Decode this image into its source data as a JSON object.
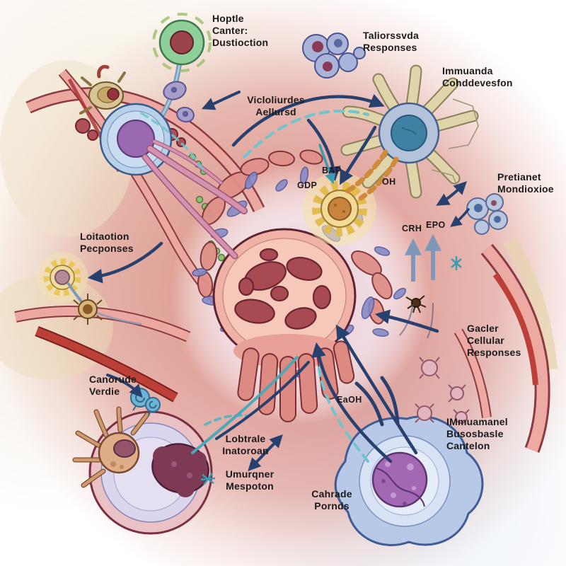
{
  "figure": {
    "type": "scientific-watercolor-illustration",
    "subject": "immune-cellular-response-diagram"
  },
  "labels": {
    "hoptle": {
      "text": "Hoptle\nCanter:\nDustioction"
    },
    "taliorssvda": {
      "text": "Taliorssvda\nResponses"
    },
    "immuanda": {
      "text": "Immuanda\nCohddevesfon"
    },
    "vicloliurdes": {
      "text": "Vicloliurdes\nAellursd"
    },
    "pretianet": {
      "text": "Pretianet\nMondioxioe"
    },
    "loitaotion": {
      "text": "Loitaotion\nPecponses"
    },
    "gacler": {
      "text": "Gacler\nCellular\nResponses"
    },
    "immuamanel": {
      "text": "IMmuamanel\nBusosbasle\nCantelon"
    },
    "canorude": {
      "text": "Canorude\nVerdie"
    },
    "lobtrale": {
      "text": "Lobtrale\nInatoroan"
    },
    "umurqner": {
      "text": "Umurqner\nMespoton"
    },
    "cahrade": {
      "text": "Cahrade\nPornds"
    }
  },
  "molecules": {
    "bap": "BAP",
    "gdp": "GDP",
    "oh": "OH",
    "crh": "CRH",
    "epo": "EPO",
    "eaoh": "EaOH"
  },
  "colors": {
    "arrow_navy": "#28406e",
    "arrow_teal": "#4fb3bf",
    "arrow_slate": "#8098b8",
    "vessel_pink": "#eba8a0",
    "vessel_red": "#bc4038",
    "center_cell_pink": "#f0b2a6",
    "organelle_maroon": "#a84a52",
    "gear_yellow": "#e2bc50",
    "sun_center_orange": "#c8843a",
    "green_cell": "#8ecf9a",
    "blue_cell": "#b8d0e8",
    "purple_nucleus": "#9a68b0",
    "macrophage_lavender": "#dad6ee",
    "blue_blob_cell": "#b7c9e6",
    "round_nucleus_purple": "#a268b4",
    "dendrite_tan": "#e0d4aa",
    "chain_orange": "#cf8a3a",
    "label_text": "#1b1b1b"
  }
}
